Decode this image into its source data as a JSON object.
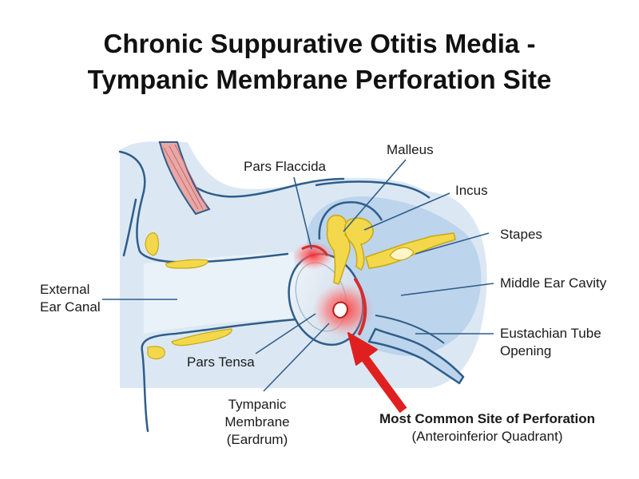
{
  "title": {
    "line1": "Chronic Suppurative Otitis Media -",
    "line2": "Tympanic Membrane Perforation Site"
  },
  "labels": {
    "external_ear_canal": [
      "External",
      "Ear Canal"
    ],
    "pars_flaccida": "Pars Flaccida",
    "malleus": "Malleus",
    "incus": "Incus",
    "stapes": "Stapes",
    "middle_ear_cavity": "Middle Ear Cavity",
    "eustachian_tube": [
      "Eustachian Tube",
      "Opening"
    ],
    "pars_tensa": "Pars Tensa",
    "tympanic_membrane": [
      "Tympanic",
      "Membrane",
      "(Eardrum)"
    ],
    "perforation_site": "Most Common Site of Perforation",
    "perforation_quadrant": "(Anteroinferior Quadrant)"
  },
  "colors": {
    "outline": "#2f5d8a",
    "tissue_fill": "#dce9f5",
    "cavity_fill": "#bdd4ec",
    "ossicle_fill": "#f4d84b",
    "inflammation": "#e53935",
    "arrow": "#e02020",
    "muscle": "#e8a0a0"
  }
}
